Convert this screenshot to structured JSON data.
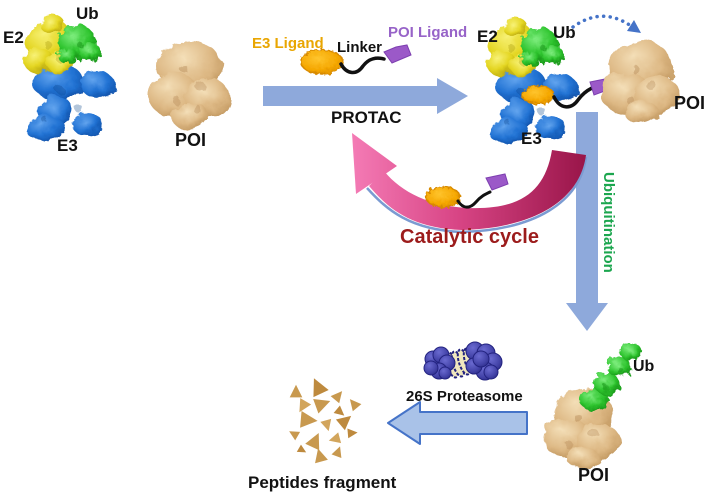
{
  "colors": {
    "arrow_blue": "#8EA9DB",
    "arrow_outline_blue": "#4573C8",
    "e2_yellow": "#E2D32A",
    "ub_green": "#2EC42E",
    "e3_blue": "#2273D4",
    "poi_tan": "#DDB884",
    "e3_ligand_orange": "#F3A702",
    "poi_ligand_purple": "#9B59C8",
    "catalytic_arrow_pink": "#F47BB5",
    "catalytic_arrow_crimson": "#9A164B",
    "catalytic_text": "#9C1C1C",
    "ubiquitination_text": "#1CA64F",
    "proteasome_indigo": "#4343A8",
    "peptide_tan": "#C8994F",
    "linker_black": "#111111"
  },
  "initial_complex": {
    "ub_label": "Ub",
    "e2_label": "E2",
    "e3_label": "E3"
  },
  "free_poi": {
    "label": "POI"
  },
  "protac": {
    "e3_ligand_label": "E3 Ligand",
    "linker_label": "Linker",
    "poi_ligand_label": "POI Ligand",
    "arrow_label": "PROTAC"
  },
  "ternary_complex": {
    "e2_label": "E2",
    "ub_label": "Ub",
    "e3_label": "E3",
    "poi_label": "POI"
  },
  "ubiquitination": {
    "label": "Ubiquitination"
  },
  "catalytic_cycle": {
    "label": "Catalytic cycle"
  },
  "ubiquitinated_poi": {
    "ub_label": "Ub",
    "poi_label": "POI"
  },
  "degradation": {
    "proteasome_label": "26S Proteasome",
    "peptides_label": "Peptides fragment"
  }
}
